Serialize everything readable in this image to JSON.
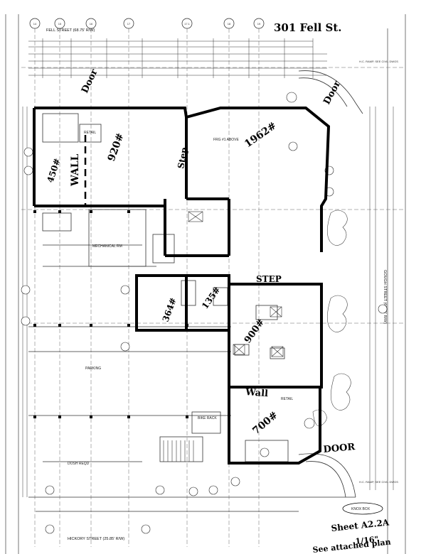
{
  "title": "301 Fell St.",
  "streets": {
    "top": "FELL STREET (68.75' R/W)",
    "bottom": "HICKORY STREET (25.85' R/W)",
    "right": "GOUGH STREET (68.75' R/W)"
  },
  "grid_labels": [
    "14",
    "15",
    "16",
    "17",
    "17.1",
    "18",
    "19"
  ],
  "handwritten": {
    "door_top_left": "Door",
    "door_top_right": "Door",
    "door_bottom_right": "DOOR",
    "wall_left": "WALL",
    "wall_bottom": "Wall",
    "step_mid": "Step",
    "step_right": "STEP",
    "sqft_920": "920#",
    "sqft_450": "450#",
    "sqft_1962": "1962#",
    "sqft_364": "364#",
    "sqft_135": "135#",
    "sqft_900": "900#",
    "sqft_700": "700#"
  },
  "labels": {
    "retail_top": "RETAIL",
    "retail_right": "RETAIL",
    "mech": "MECHANICAL RM",
    "parking": "PARKING",
    "knox": "KNOX BOX",
    "ramp_top": "H.C. RAMP, SEE CIVIL DWGS",
    "ramp_bottom": "H.C. RAMP, SEE CIVIL DWGS",
    "sheet_note": "Sheet A2.2A",
    "scale_note": "1/16\"",
    "see_attached": "See attached plan",
    "bike_rack": "BIKE RACK",
    "frg_above": "FRG #1 ABOVE",
    "dash_regd": "DOSH REQD"
  },
  "colors": {
    "ink": "#000000",
    "paper": "#ffffff",
    "linework": "#333333"
  }
}
